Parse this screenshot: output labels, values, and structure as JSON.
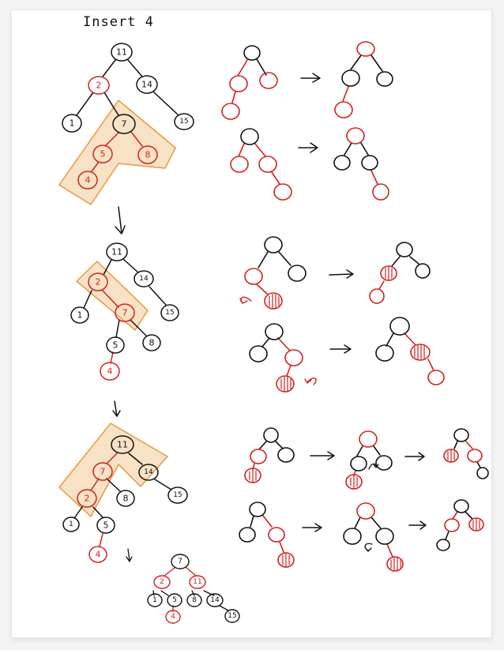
{
  "title": "Insert 4",
  "colors": {
    "red": "#d42020",
    "black": "#111111",
    "highlight": "#f6d8b2",
    "highlight_stroke": "#e79a3b"
  },
  "tree1": {
    "nodes": [
      "11",
      "2",
      "14",
      "1",
      "7",
      "15",
      "5",
      "8",
      "4"
    ]
  },
  "tree2": {
    "nodes": [
      "11",
      "2",
      "14",
      "1",
      "7",
      "15",
      "5",
      "8",
      "4"
    ]
  },
  "tree3": {
    "nodes": [
      "11",
      "7",
      "14",
      "2",
      "8",
      "15",
      "1",
      "5",
      "4"
    ]
  },
  "tree4": {
    "nodes": [
      "7",
      "2",
      "11",
      "1",
      "5",
      "8",
      "14",
      "4",
      "15"
    ]
  }
}
